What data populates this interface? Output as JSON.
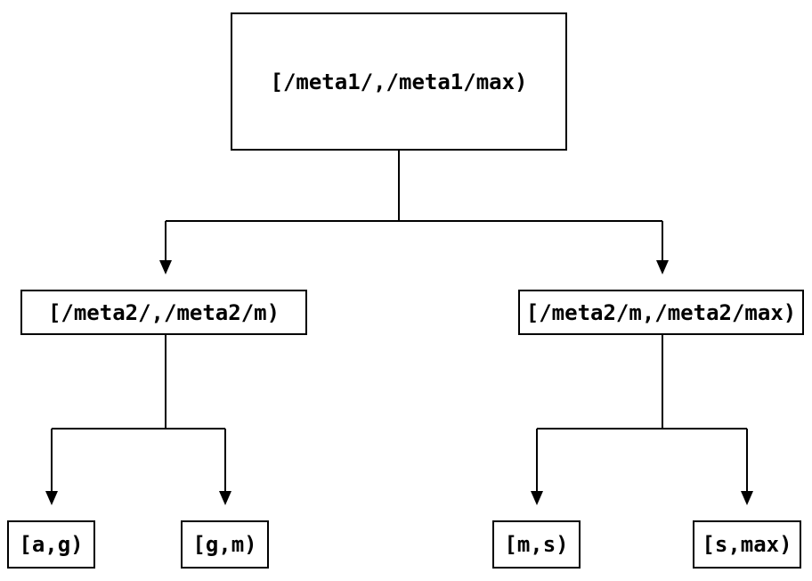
{
  "diagram": {
    "type": "tree",
    "colors": {
      "background": "#ffffff",
      "node_border": "#000000",
      "node_fill": "#ffffff",
      "text": "#000000",
      "edge": "#000000"
    },
    "nodes": {
      "root": {
        "label": "[/meta1/,/meta1/max)"
      },
      "left": {
        "label": "[/meta2/,/meta2/m)"
      },
      "right": {
        "label": "[/meta2/m,/meta2/max)"
      },
      "leaf_ag": {
        "label": "[a,g)"
      },
      "leaf_gm": {
        "label": "[g,m)"
      },
      "leaf_ms": {
        "label": "[m,s)"
      },
      "leaf_smax": {
        "label": "[s,max)"
      }
    },
    "edges": [
      {
        "from": "root",
        "to": "left",
        "arrow": "filled-triangle-down"
      },
      {
        "from": "root",
        "to": "right",
        "arrow": "filled-triangle-down"
      },
      {
        "from": "left",
        "to": "leaf_ag",
        "arrow": "filled-triangle-down"
      },
      {
        "from": "left",
        "to": "leaf_gm",
        "arrow": "filled-triangle-down"
      },
      {
        "from": "right",
        "to": "leaf_ms",
        "arrow": "filled-triangle-down"
      },
      {
        "from": "right",
        "to": "leaf_smax",
        "arrow": "filled-triangle-down"
      }
    ]
  }
}
